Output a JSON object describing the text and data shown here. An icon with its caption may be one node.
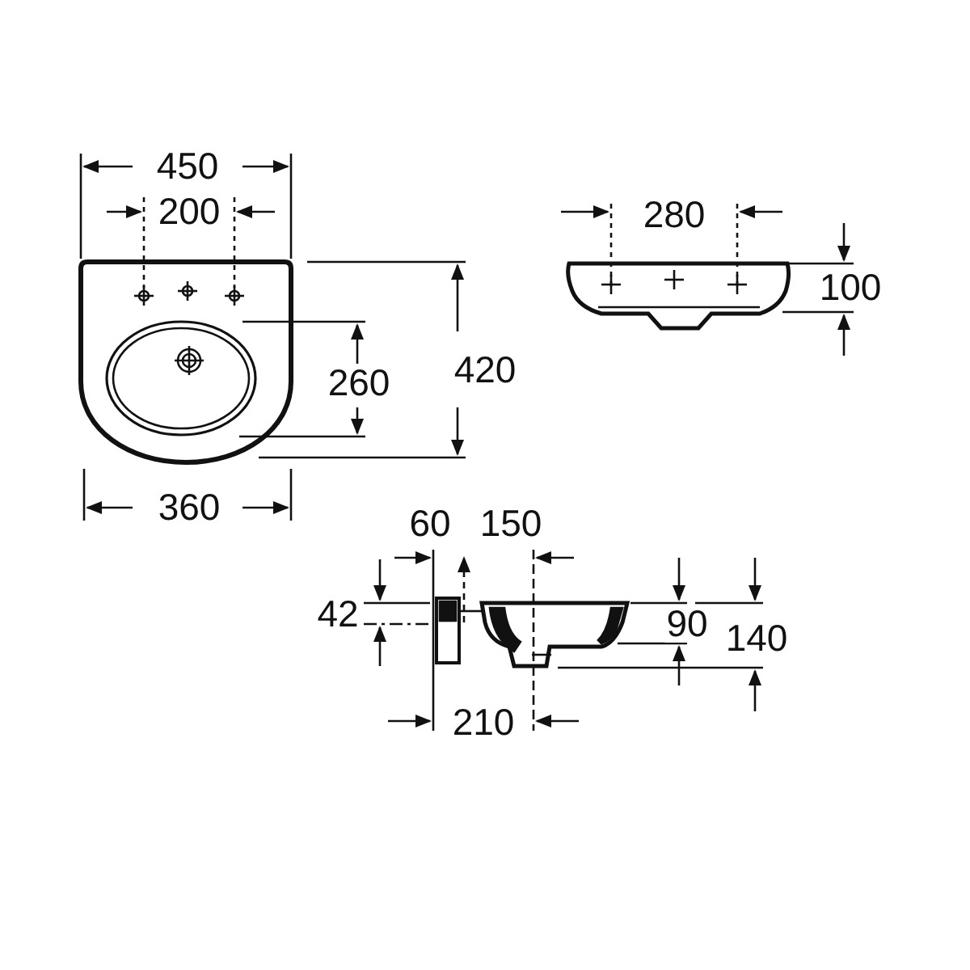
{
  "diagram": {
    "labels": [
      "450",
      "200",
      "280",
      "100",
      "260",
      "420",
      "360",
      "60",
      "150",
      "42",
      "90",
      "140",
      "210"
    ]
  }
}
